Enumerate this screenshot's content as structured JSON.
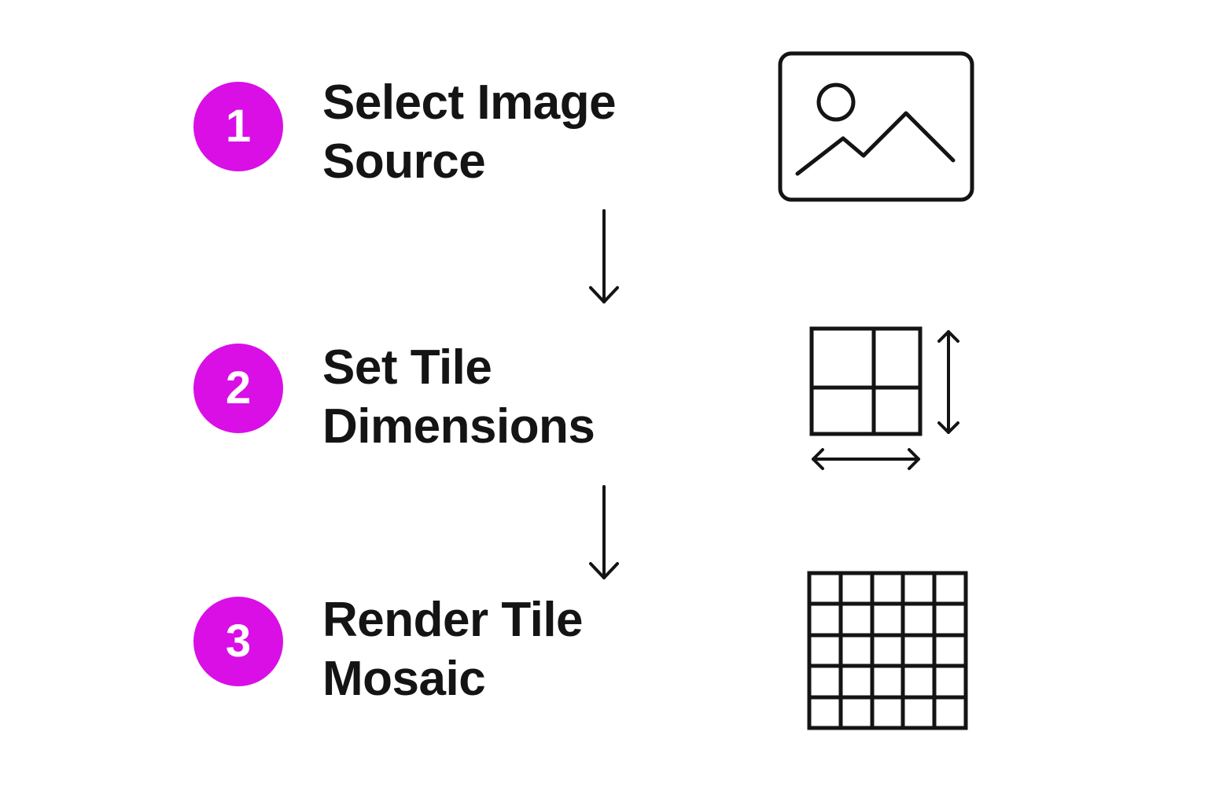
{
  "colors": {
    "accent": "#d90fe6",
    "text": "#141414",
    "line": "#141414",
    "background": "#ffffff"
  },
  "steps": [
    {
      "number": "1",
      "line1": "Select Image",
      "line2": "Source",
      "icon": "image-icon"
    },
    {
      "number": "2",
      "line1": "Set Tile",
      "line2": "Dimensions",
      "icon": "tile-dimensions-icon"
    },
    {
      "number": "3",
      "line1": "Render Tile",
      "line2": "Mosaic",
      "icon": "mosaic-grid-icon"
    }
  ]
}
